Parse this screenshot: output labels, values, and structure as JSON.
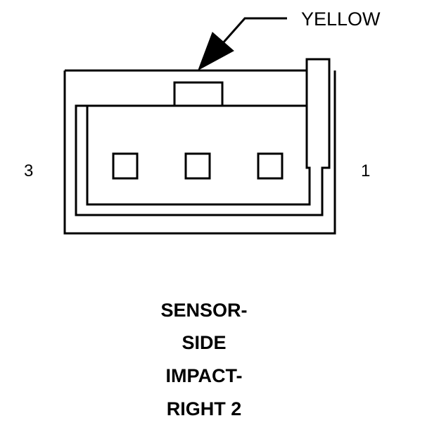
{
  "callout": {
    "wire_color": "YELLOW"
  },
  "pins": {
    "left": "3",
    "right": "1"
  },
  "caption": {
    "lines": [
      "SENSOR-",
      "SIDE",
      "IMPACT-",
      "RIGHT 2"
    ]
  },
  "colors": {
    "stroke": "#000000",
    "background": "#ffffff"
  }
}
